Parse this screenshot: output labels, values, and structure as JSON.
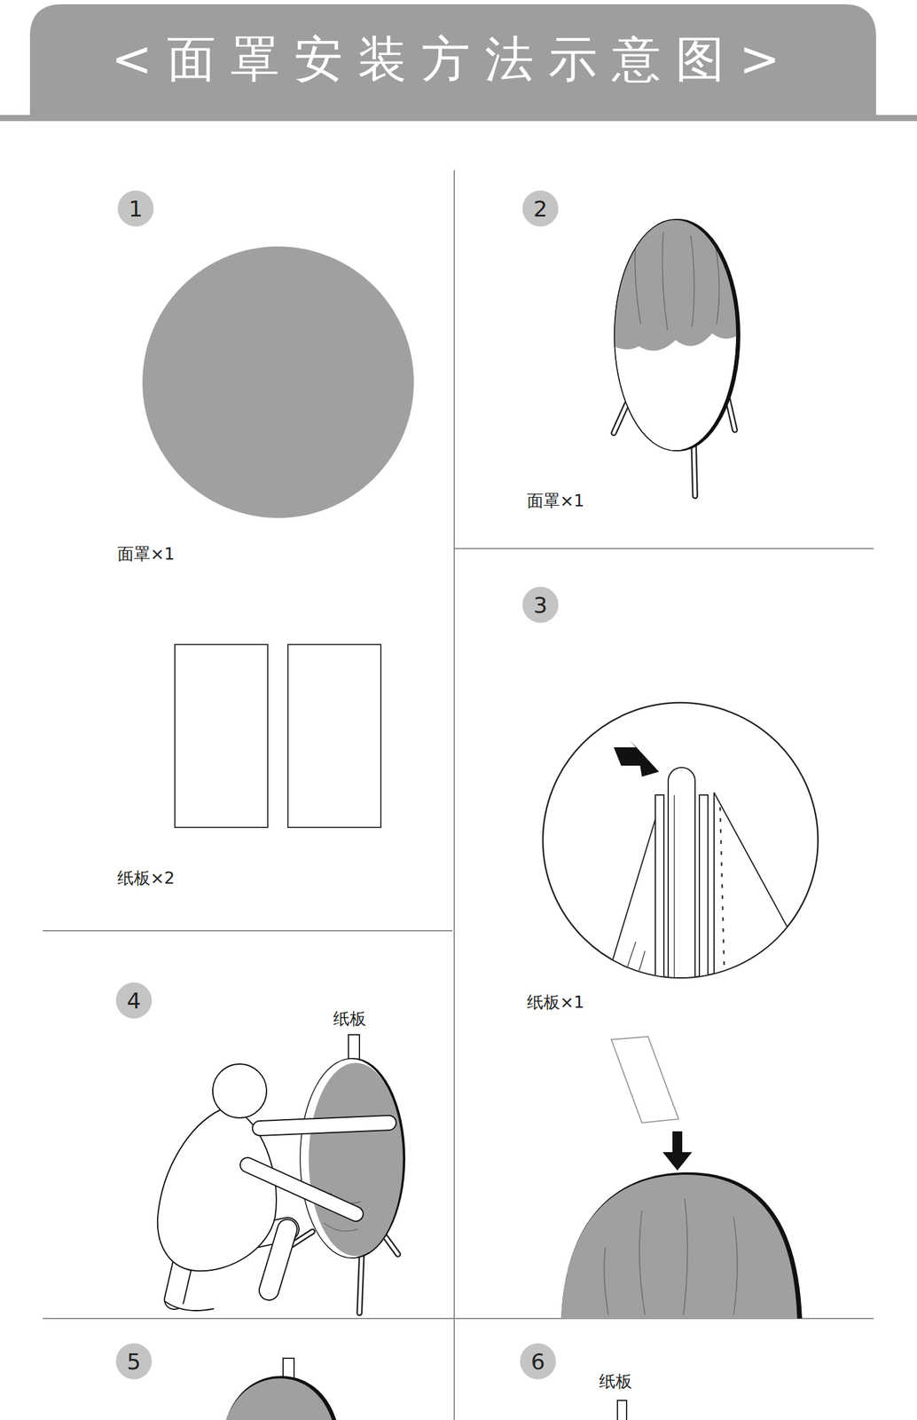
{
  "diagram": {
    "title": "<面罩安装方法示意图>",
    "nodes": [
      {
        "text": [
          "1"
        ]
      },
      {
        "text": [
          "2"
        ]
      },
      {
        "text": [
          "3"
        ]
      },
      {
        "text": [
          "4"
        ]
      },
      {
        "text": [
          "5"
        ]
      },
      {
        "text": [
          "6"
        ]
      }
    ],
    "labels": [
      "面罩×1",
      "纸板×2",
      "面罩×1",
      "纸板×1",
      "纸板",
      "纸板"
    ]
  }
}
